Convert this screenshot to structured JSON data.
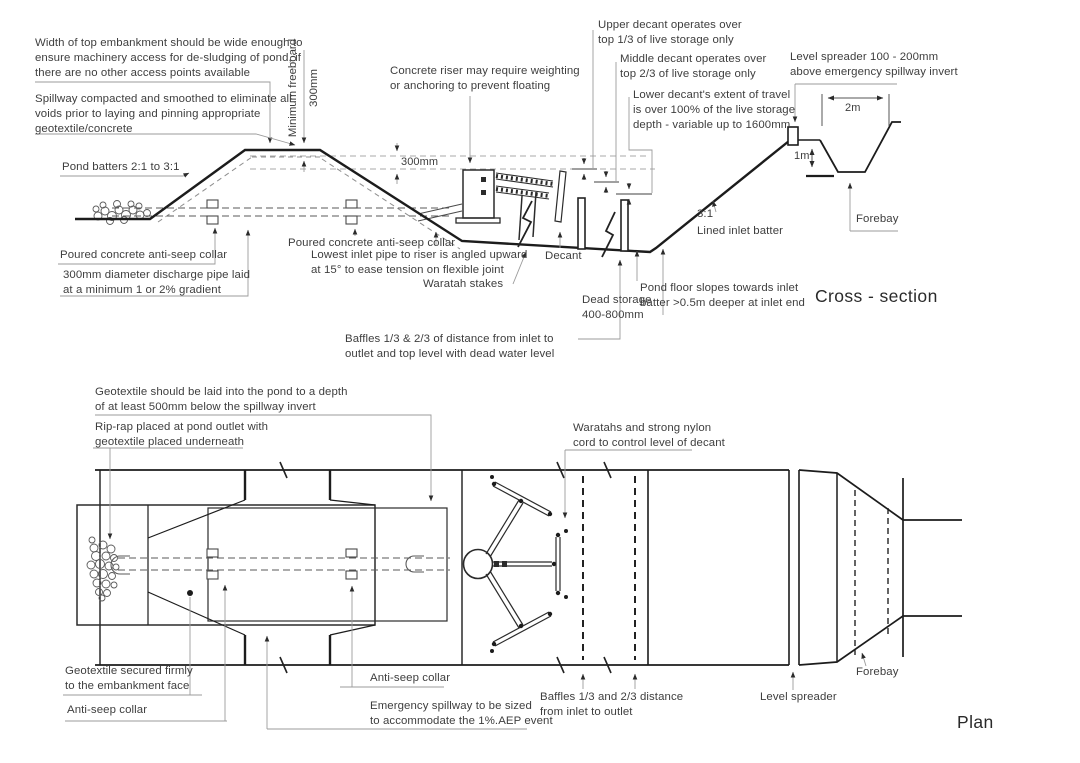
{
  "titles": {
    "cross_section": "Cross - section",
    "plan": "Plan"
  },
  "colors": {
    "main_line": "#1c1c1c",
    "leader_line": "#9b9b9b",
    "water_dashed": "#a8a8a8",
    "text": "#3e3e3e"
  },
  "cross_section": {
    "labels": {
      "width_note": "Width of top embankment should be wide enough to\nensure machinery access for de-sludging of pond, if\nthere are no other access points available",
      "spillway_note": "Spillway compacted and smoothed to eliminate all\nvoids prior to laying and pinning appropriate\ngeotextile/concrete",
      "pond_batters": "Pond batters 2:1 to 3:1",
      "min_freeboard_label": "Minimum freeboard",
      "min_freeboard_value": "300mm",
      "riser_note": "Concrete riser may require weighting\nor anchoring to prevent floating",
      "dim_300mm_slope": "300mm",
      "upper_decant_note": "Upper decant operates over\ntop 1/3 of live storage only",
      "middle_decant_note": "Middle decant operates over\ntop 2/3 of live storage only",
      "lower_decant_note": "Lower decant's extent of travel\nis over 100% of the live storage\ndepth - variable up to 1600mm",
      "level_spreader_note": "Level spreader 100 - 200mm\nabove emergency spillway invert",
      "dim_2m": "2m",
      "dim_1m": "1m",
      "forebay": "Forebay",
      "anti_seep_collar_1": "Poured concrete anti-seep collar",
      "discharge_pipe_note": "300mm diameter discharge pipe laid\nat a minimum 1 or 2% gradient",
      "anti_seep_collar_2": "Poured concrete anti-seep collar",
      "lowest_inlet_note": "Lowest inlet pipe to riser is angled upward\nat 15° to ease tension on flexible joint",
      "waratah_stakes": "Waratah stakes",
      "decant": "Decant",
      "dead_storage": "Dead storage\n400-800mm",
      "batter_ratio": "3:1",
      "lined_inlet_batter": "Lined inlet batter",
      "pond_floor_note": "Pond floor slopes towards inlet\nbatter >0.5m deeper at inlet end",
      "baffles_note": "Baffles 1/3 & 2/3 of distance from inlet to\noutlet and top level with dead water level"
    }
  },
  "plan": {
    "labels": {
      "geotextile_depth_note": "Geotextile should be laid into the pond to a depth\nof at least 500mm below the spillway invert",
      "riprap_note": "Rip-rap placed at pond outlet with\ngeotextile placed underneath",
      "waratahs_note": "Waratahs and strong nylon\ncord to control level of decant",
      "geotextile_secured_note": "Geotextile secured firmly\nto the embankment face",
      "anti_seep_collar_1": "Anti-seep collar",
      "anti_seep_collar_2": "Anti-seep collar",
      "emergency_spillway_note": "Emergency spillway to be sized\nto accommodate the 1%.AEP event",
      "baffles_note": "Baffles 1/3 and 2/3 distance\nfrom inlet to outlet",
      "level_spreader": "Level spreader",
      "forebay": "Forebay"
    }
  }
}
